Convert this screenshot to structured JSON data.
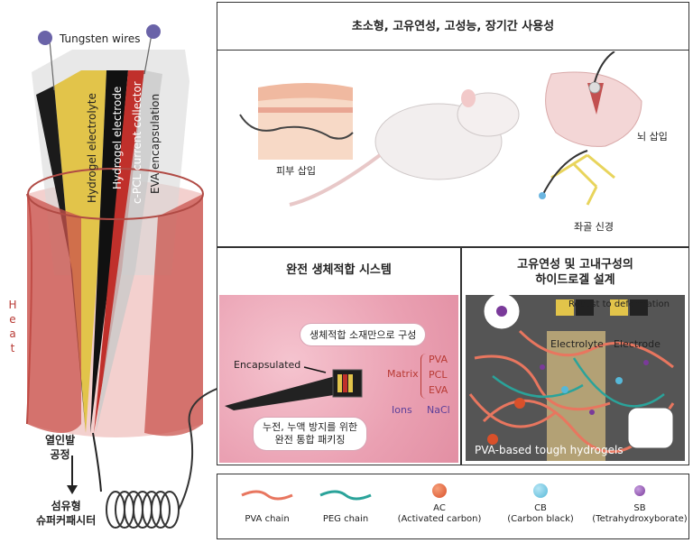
{
  "left": {
    "tungsten_label": "Tungsten wires",
    "layers": [
      "Hydrogel electrolyte",
      "Hydrogel electrode",
      "c-PCL current collector",
      "EVA encapsulation"
    ],
    "heat_letters": [
      "H",
      "e",
      "a",
      "t"
    ],
    "process_top": [
      "열인발",
      "공정"
    ],
    "process_bottom": [
      "섬유형",
      "슈퍼커패시터"
    ]
  },
  "top_panel": {
    "title": "초소형, 고유연성, 고성능, 장기간 사용성",
    "skin_label": "피부 삽입",
    "brain_label": "뇌 삽입",
    "nerve_label": "좌골 신경"
  },
  "mid_left": {
    "title": "완전 생체적합 시스템",
    "bubble1": "생체적합 소재만으로 구성",
    "encapsulated": "Encapsulated",
    "matrix_label": "Matrix",
    "matrix_items": [
      "PVA",
      "PCL",
      "EVA"
    ],
    "ions_label": "Ions",
    "ions_item": "NaCl",
    "bubble2_line1": "누전, 누액 방지를 위한",
    "bubble2_line2": "완전 통합 패키징"
  },
  "mid_right": {
    "title_line1": "고유연성 및 고내구성의",
    "title_line2": "하이드로겔 설계",
    "robust": "Robust to deformation",
    "electrolyte": "Electrolyte",
    "electrode": "Electrode",
    "bottom_label": "PVA-based tough hydrogels"
  },
  "legend": {
    "items": [
      {
        "name": "PVA chain",
        "sub": ""
      },
      {
        "name": "PEG chain",
        "sub": ""
      },
      {
        "name": "AC",
        "sub": "(Activated carbon)"
      },
      {
        "name": "CB",
        "sub": "(Carbon black)"
      },
      {
        "name": "SB",
        "sub": "(Tetrahydroxyborate)"
      }
    ]
  },
  "colors": {
    "pva": "#e8765f",
    "peg": "#2aa39a",
    "ac": "#d9502a",
    "cb": "#56b8d8",
    "sb": "#7a3a9a",
    "electrolyte_yellow": "#e2c44a",
    "collector_red": "#c0302b",
    "heat_red": "#b83a34"
  }
}
